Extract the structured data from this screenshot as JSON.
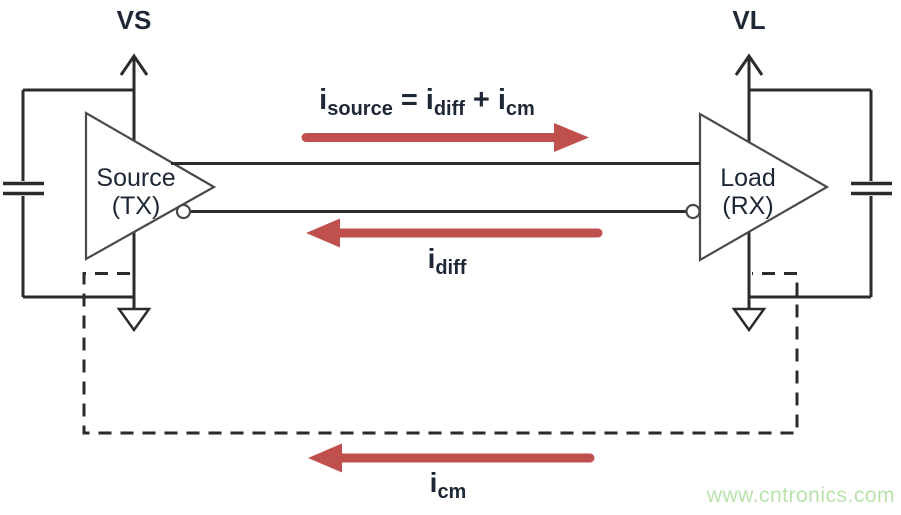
{
  "labels": {
    "vs": "VS",
    "vl": "VL",
    "source_line1": "Source",
    "source_line2": "(TX)",
    "load_line1": "Load",
    "load_line2": "(RX)"
  },
  "equation": {
    "base1": "i",
    "sub1": "source",
    "op1": "=",
    "base2": "i",
    "sub2": "diff",
    "op2": "+",
    "base3": "i",
    "sub3": "cm"
  },
  "current_labels": {
    "diff_base": "i",
    "diff_sub": "diff",
    "cm_base": "i",
    "cm_sub": "cm"
  },
  "watermark": "www.cntronics.com",
  "colors": {
    "arrow-red": "#c0504d",
    "wire-dark": "#2b2b2b",
    "outline-gray": "#4a4a4a",
    "label-dark": "#1d2735",
    "watermark-green": "#b9e2ad"
  }
}
